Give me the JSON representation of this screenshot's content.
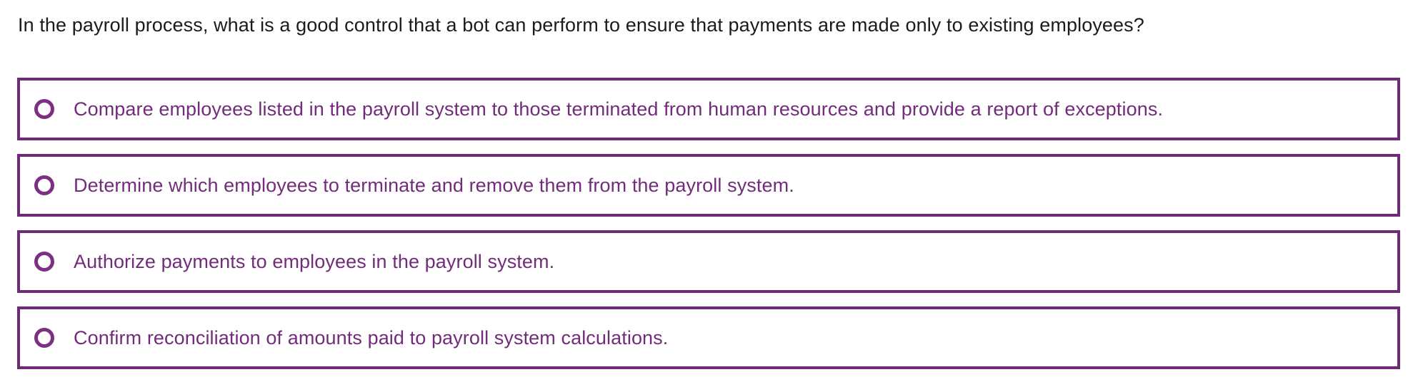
{
  "page": {
    "background_color": "#ffffff",
    "accent_color": "#6e2a76",
    "question_text_color": "#1b1b1b",
    "option_text_color": "#732c7b"
  },
  "question": {
    "text": "In the payroll process, what is a good control that a bot can perform to ensure that payments are made only to existing employees?"
  },
  "options": [
    {
      "label": "Compare employees listed in the payroll system to those terminated from human resources and provide a report of exceptions.",
      "selected": false
    },
    {
      "label": "Determine which employees to terminate and remove them from the payroll system.",
      "selected": false
    },
    {
      "label": "Authorize payments to employees in the payroll system.",
      "selected": false
    },
    {
      "label": "Confirm reconciliation of amounts paid to payroll system calculations.",
      "selected": false
    }
  ]
}
